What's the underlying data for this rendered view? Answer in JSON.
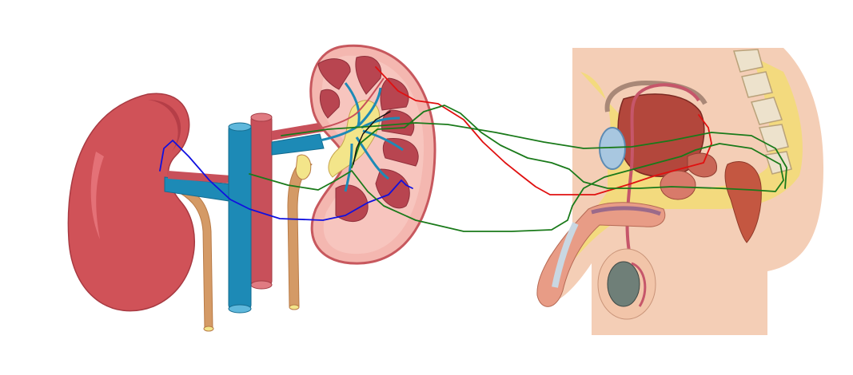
{
  "colors": {
    "kidney_red": "#d05258",
    "kidney_dark": "#b23c44",
    "kidney_highlight": "#e7777c",
    "kidney_section_pink": "#f4b7b0",
    "pyramid_red": "#b84550",
    "vein_blue": "#1d8ab6",
    "artery_red": "#c8505a",
    "ureter_tan": "#d49a66",
    "skin": "#f2c5a9",
    "fat_yellow": "#f3dc78",
    "prostate_brown": "#b3473c",
    "rectum_red": "#c45741",
    "line_red": "#e01010",
    "line_green": "#1a7a1a",
    "line_blue": "#1010e0"
  },
  "icons": [
    "left-kidney-illustration",
    "kidney-cross-section-illustration",
    "male-pelvis-sagittal-illustration"
  ]
}
